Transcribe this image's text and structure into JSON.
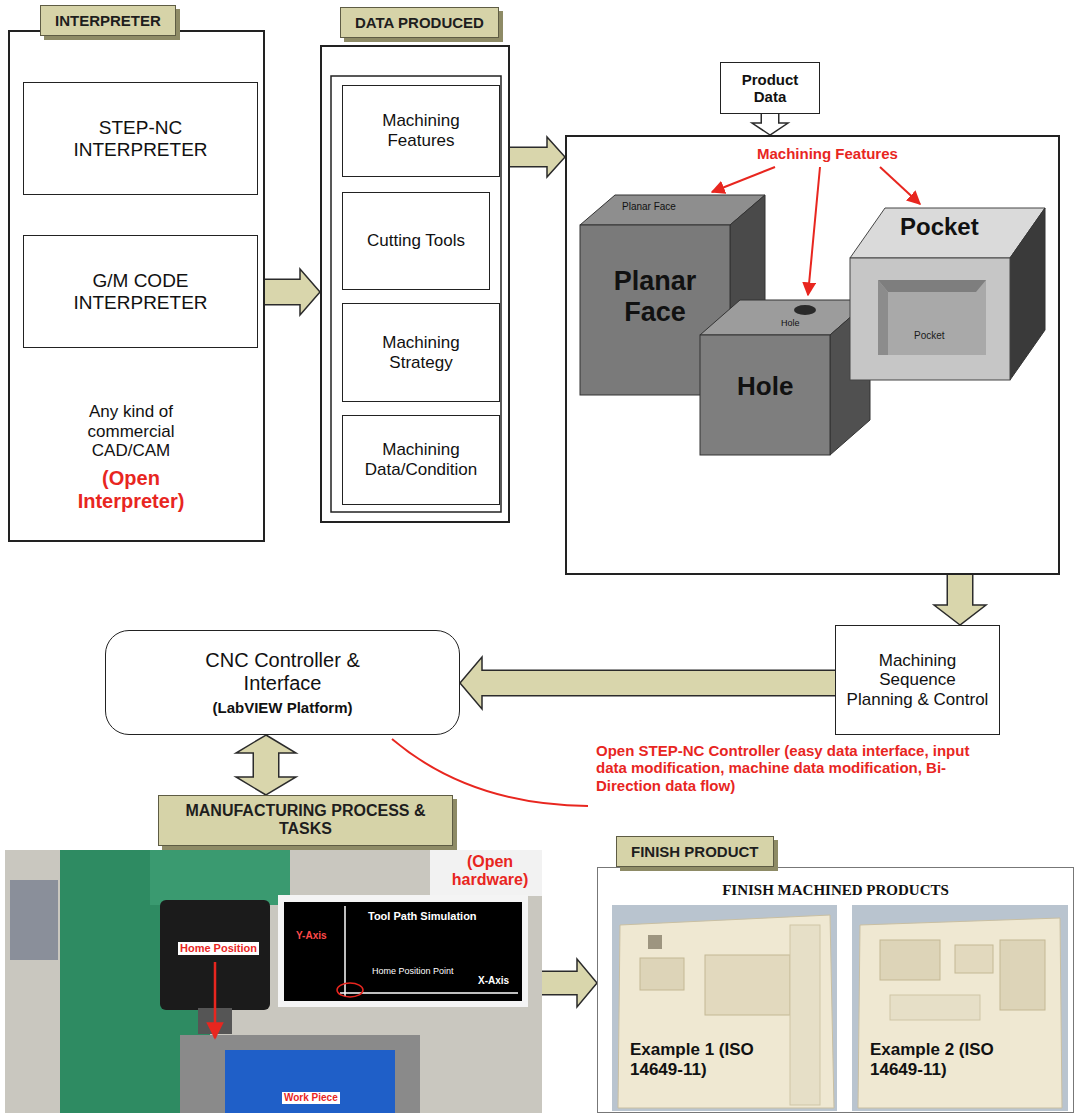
{
  "diagram": {
    "nodes": [
      {
        "text": [
          "INTERPRETER",
          "Any kind of commercial CAD/CAM",
          "(Open Interpreter)"
        ]
      },
      {
        "text": [
          "STEP-NC INTERPRETER"
        ],
        "in": 0
      },
      {
        "text": [
          "G/M CODE INTERPRETER"
        ],
        "in": 0
      },
      {
        "text": [
          "DATA PRODUCED"
        ]
      },
      {
        "text": [
          "Machining Features"
        ],
        "in": 3
      },
      {
        "text": [
          "Cutting Tools"
        ],
        "in": 3
      },
      {
        "text": [
          "Machining Strategy"
        ],
        "in": 3
      },
      {
        "text": [
          "Machining Data/Condition"
        ],
        "in": 3
      },
      {
        "text": [
          "Product Data"
        ]
      },
      {
        "text": [
          "Machining Features"
        ]
      },
      {
        "text": [
          "Machining Sequence Planning & Control"
        ]
      },
      {
        "text": [
          "CNC Controller & Interface",
          "(LabVIEW Platform)"
        ]
      },
      {
        "text": [
          "MANUFACTURING PROCESS & TASKS"
        ]
      },
      {
        "text": [
          "FINISH PRODUCT",
          "FINISH MACHINED PRODUCTS"
        ]
      }
    ],
    "edges": [
      {
        "from": 0,
        "to": 3,
        "arrow": "to"
      },
      {
        "from": 3,
        "to": 9,
        "arrow": "to"
      },
      {
        "from": 8,
        "to": 9,
        "arrow": "to"
      },
      {
        "from": 9,
        "to": 10,
        "arrow": "to"
      },
      {
        "from": 10,
        "to": 11,
        "arrow": "to"
      },
      {
        "from": 11,
        "to": 12,
        "arrow": "both"
      },
      {
        "from": 12,
        "to": 13,
        "arrow": "to"
      }
    ],
    "labels": [
      "Planar Face",
      "Planar Face",
      "Hole",
      "Hole",
      "Pocket",
      "Pocket",
      "Open STEP-NC Controller (easy data interface, input data modification, machine data modification, Bi-Direction data flow)",
      "(Open hardware)",
      "Tool Path Simulation",
      "Y-Axis",
      "Home Position Point",
      "X-Axis",
      "Home Position",
      "Work Piece",
      "Example 1 (ISO 14649-11)",
      "Example 2 (ISO 14649-11)"
    ]
  }
}
